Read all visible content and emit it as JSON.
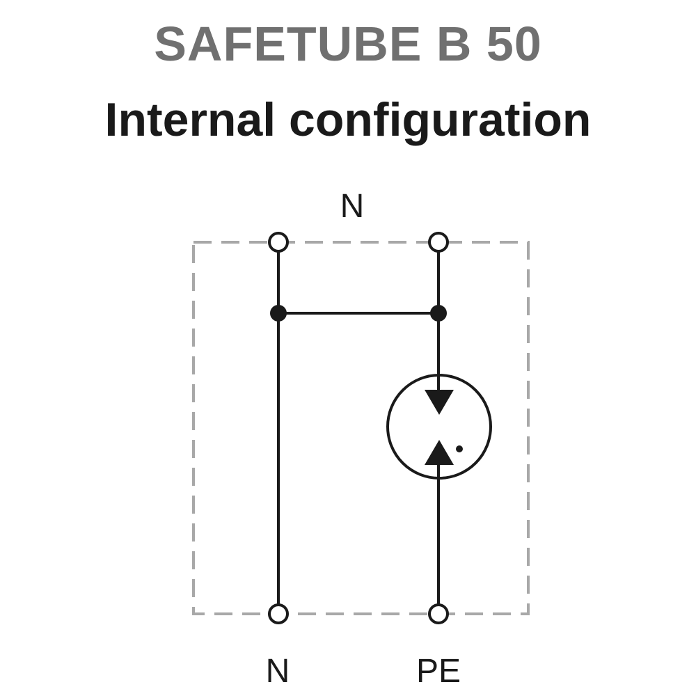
{
  "header": {
    "model": "SAFETUBE B 50",
    "subtitle": "Internal configuration"
  },
  "labels": {
    "top_terminal": "N",
    "bottom_left_terminal": "N",
    "bottom_right_terminal": "PE"
  },
  "colors": {
    "model_text": "#707070",
    "subtitle_text": "#1a1a1a",
    "line": "#1a1a1a",
    "enclosure_dash": "#a8a8a8",
    "background": "#ffffff"
  },
  "icons": {
    "component": "spark-gap-icon",
    "terminal": "terminal-circle-icon",
    "junction": "junction-dot-icon"
  }
}
